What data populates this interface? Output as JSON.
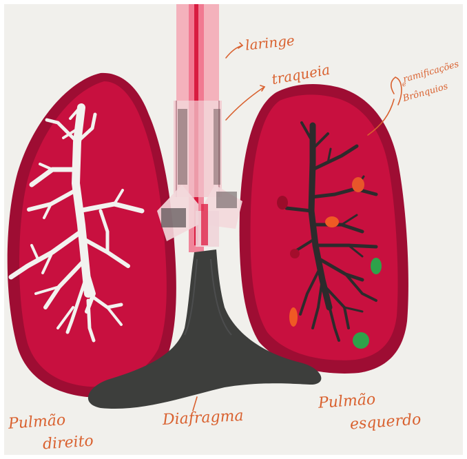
{
  "labels": {
    "laringe": "laringe",
    "traqueia": "traqueia",
    "ramificacoes": "ramificações",
    "e": "e",
    "bronquios": "Brônquios",
    "pulmao_direito_1": "Pulmão",
    "pulmao_direito_2": "direito",
    "diafragma": "Diafragma",
    "pulmao_esquerdo_1": "Pulmão",
    "pulmao_esquerdo_2": "esquerdo"
  },
  "colors": {
    "paper": "#f1f0ec",
    "lung_felt": "#c8103f",
    "lung_edge": "#9e0d33",
    "white_bronchi": "#f2f2ef",
    "black_bronchi": "#2c2b2c",
    "diaphragm": "#3d3e3c",
    "trachea_tube": "#f07a8e",
    "annotation_ink": "#d9612f"
  }
}
